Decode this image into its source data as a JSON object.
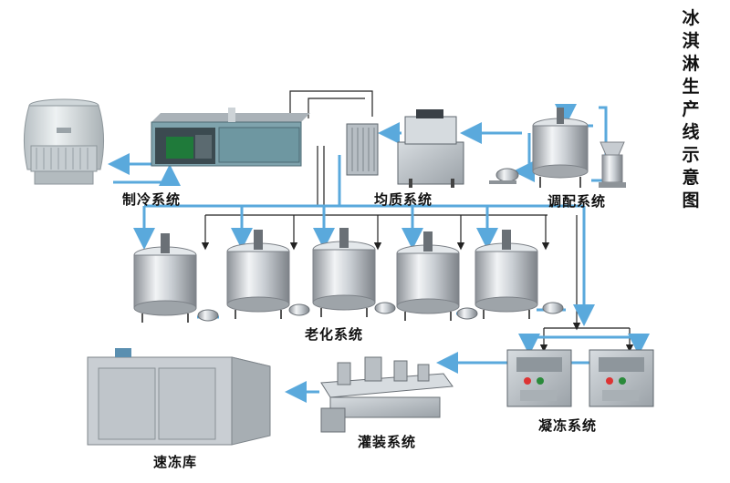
{
  "title": "冰淇淋生产线示意图",
  "stations": {
    "refrigeration": "制冷系统",
    "homogenizing": "均质系统",
    "blending": "调配系统",
    "aging": "老化系统",
    "freezing": "凝冻系统",
    "filling": "灌装系统",
    "quick_freeze_storage": "速冻库"
  },
  "colors": {
    "flow_pipe": "#5aa9dc",
    "signal_line": "#222222",
    "steel_light": "#e6e9ec",
    "steel_dark": "#8c9197",
    "tower_body": "#d9dfe2",
    "box_blue": "#6f9aa6",
    "cabinet": "#b8bec4"
  },
  "icons": [
    "cooling-tower-icon",
    "chiller-unit-icon",
    "plate-exchanger-icon",
    "homogenizer-icon",
    "mixing-tank-icon",
    "colloid-mill-icon",
    "pump-icon",
    "aging-tank-icon",
    "freezer-machine-icon",
    "filling-machine-icon",
    "cold-room-icon"
  ]
}
